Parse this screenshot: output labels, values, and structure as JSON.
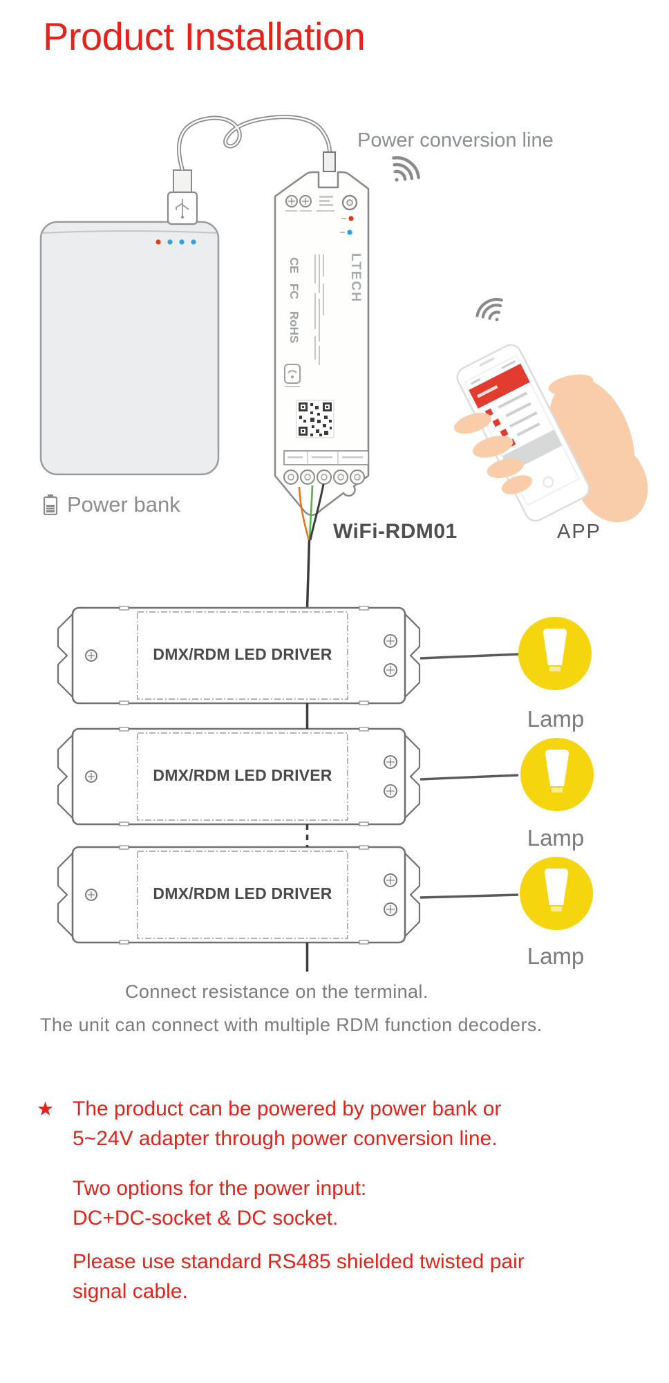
{
  "page": {
    "title": "Product Installation"
  },
  "diagram": {
    "power_conversion_line_label": "Power conversion line",
    "power_bank_label": "Power bank",
    "controller_label": "WiFi-RDM01",
    "app_label": "APP",
    "controller": {
      "brand": "LTECH",
      "cert_marks": [
        "CE",
        "FC",
        "RoHS"
      ]
    },
    "drivers": [
      {
        "label": "DMX/RDM LED DRIVER",
        "lamp_label": "Lamp"
      },
      {
        "label": "DMX/RDM LED DRIVER",
        "lamp_label": "Lamp"
      },
      {
        "label": "DMX/RDM LED DRIVER",
        "lamp_label": "Lamp"
      }
    ]
  },
  "captions": {
    "line1": "Connect resistance on the terminal.",
    "line2": "The unit can connect with multiple RDM function decoders."
  },
  "notes": {
    "star": "★",
    "items": [
      {
        "lines": [
          "The product can be powered by power bank or",
          "5~24V adapter through power conversion line."
        ]
      },
      {
        "lines": [
          "Two options for the power input:",
          "DC+DC-socket & DC socket."
        ]
      },
      {
        "lines": [
          "Please use standard RS485 shielded twisted pair",
          "signal cable."
        ]
      }
    ]
  },
  "colors": {
    "accent_red": "#e5231c",
    "lamp_yellow": "#f5d60e",
    "led_red": "#e8380d",
    "led_blue": "#2ba0e8",
    "wire_orange": "#e87722",
    "wire_green": "#55b24c",
    "hand_peach": "#f9cda9",
    "app_red": "#e23b30"
  }
}
